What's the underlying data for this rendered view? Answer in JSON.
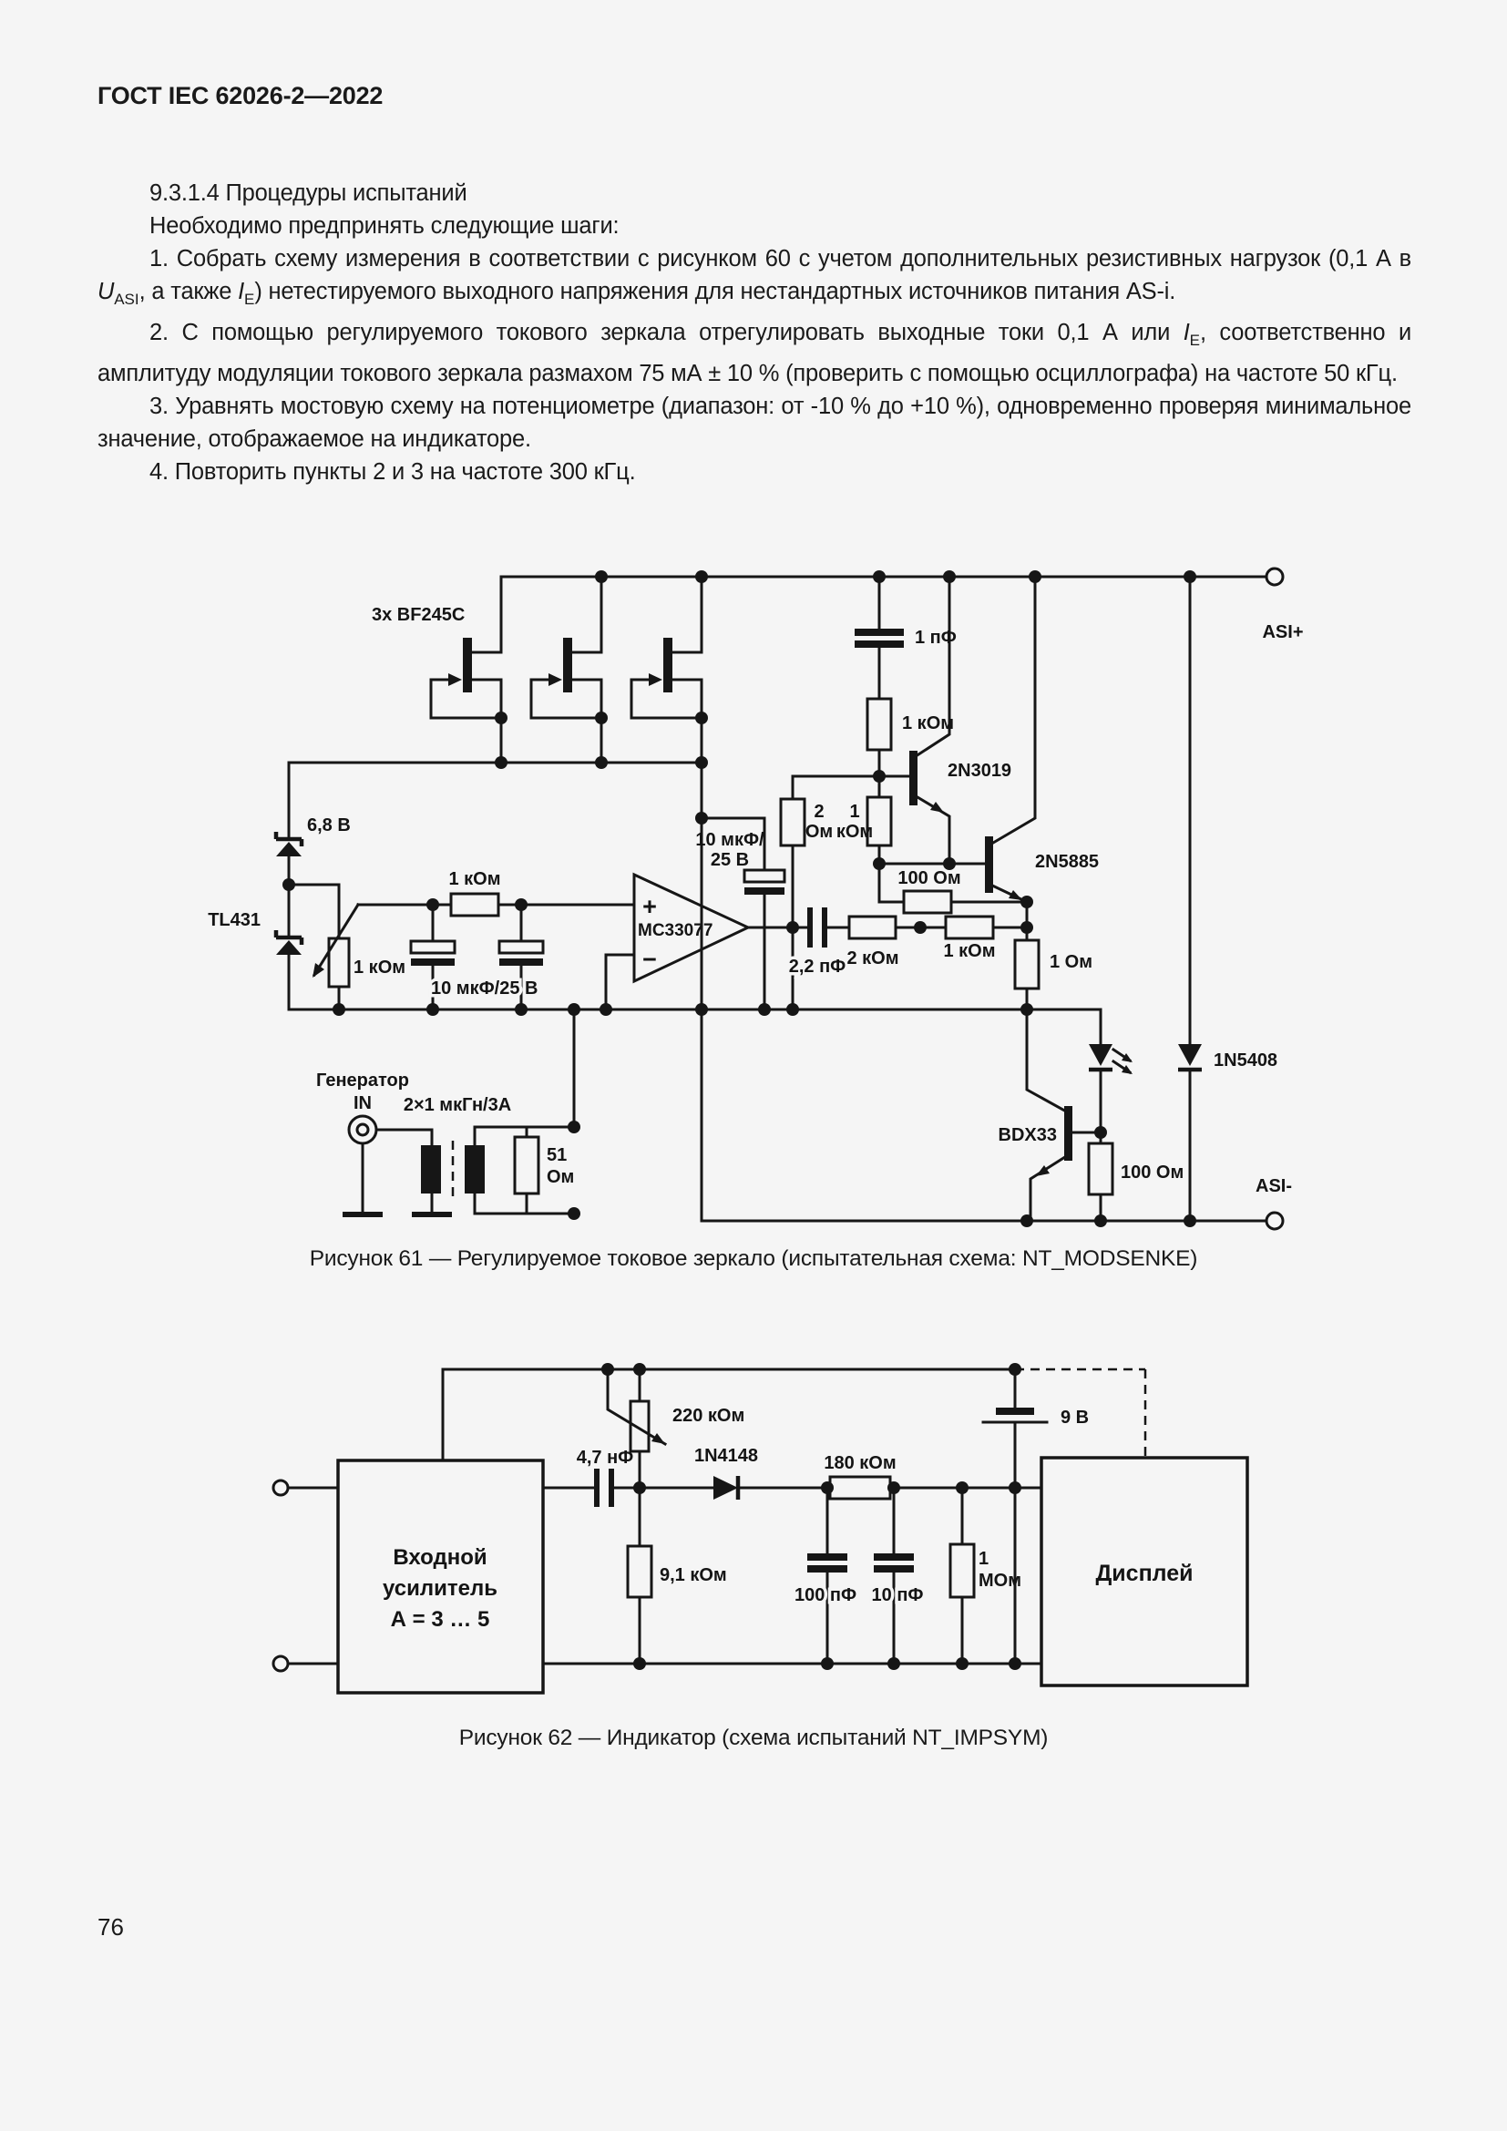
{
  "header": {
    "title": "ГОСТ IEC 62026-2—2022"
  },
  "page": {
    "number": "76"
  },
  "document": {
    "paragraphs": [
      [
        {
          "t": "9.3.1.4 Процедуры испытаний"
        }
      ],
      [
        {
          "t": "Необходимо предпринять следующие шаги:"
        }
      ],
      [
        {
          "t": "1. Собрать схему измерения в соответствии с рисунком 60 с учетом дополнительных резистивных нагрузок (0,1 А в "
        },
        {
          "t": "U",
          "s": "i"
        },
        {
          "t": "ASI",
          "s": "sub"
        },
        {
          "t": ", а также "
        },
        {
          "t": "I",
          "s": "i"
        },
        {
          "t": "E",
          "s": "sub"
        },
        {
          "t": ") нетестируемого выходного напряжения для нестандартных источников питания AS-i."
        }
      ],
      [
        {
          "t": "2. С помощью регулируемого токового зеркала отрегулировать выходные токи 0,1 А или "
        },
        {
          "t": "I",
          "s": "i"
        },
        {
          "t": "E",
          "s": "sub"
        },
        {
          "t": ", соответственно и амплитуду модуляции токового зеркала размахом 75 мА ± 10 % (проверить с помощью осциллографа) на частоте 50 кГц."
        }
      ],
      [
        {
          "t": "3. Уравнять мостовую схему на потенциометре (диапазон: от -10 % до +10 %), одновременно проверяя минимальное значение, отображаемое на индикаторе."
        }
      ],
      [
        {
          "t": "4. Повторить пункты 2 и 3 на частоте 300 кГц."
        }
      ]
    ]
  },
  "fig61": {
    "caption": "Рисунок 61 — Регулируемое токовое зеркало (испытательная схема: NT_MODSENKE)",
    "labels": {
      "asi_plus": "ASI+",
      "asi_minus": "ASI-",
      "jfet": "3x BF245C",
      "zd": "6,8 В",
      "tl431": "TL431",
      "pot": "1 кОм",
      "r_in": "1 кОм",
      "cap_in": "10 мкФ/25 В",
      "opamp": "MC33077",
      "op_plus": "+",
      "op_minus": "−",
      "cap_dec1": "10 мкФ/",
      "cap_dec2": "25 В",
      "c1": "1 пФ",
      "r1": "1 кОм",
      "r2a": "2",
      "r2b": "Ом",
      "r3a": "1",
      "r3b": "кОм",
      "q1": "2N3019",
      "r100": "100 Ом",
      "q2": "2N5885",
      "c2": "2,2 пФ",
      "r4": "2 кОм",
      "r5": "1 кОм",
      "r6": "1 Ом",
      "d1": "1N5408",
      "gen1": "Генератор",
      "gen2": "IN",
      "tr": "2×1 мкГн/3А",
      "r51a": "51",
      "r51b": "Ом",
      "q3": "BDX33",
      "r7": "100 Ом"
    }
  },
  "fig62": {
    "caption": "Рисунок 62 — Индикатор (схема испытаний NT_IMPSYM)",
    "labels": {
      "pot": "220 кОм",
      "c1": "4,7 нФ",
      "d1": "1N4148",
      "r1": "180 кОм",
      "r2": "9,1 кОм",
      "c2": "100 пФ",
      "c3": "10 пФ",
      "r3a": "1",
      "r3b": "МОм",
      "bat": "9 В",
      "amp1": "Входной",
      "amp2": "усилитель",
      "amp3": "А = 3 … 5",
      "disp": "Дисплей"
    }
  }
}
